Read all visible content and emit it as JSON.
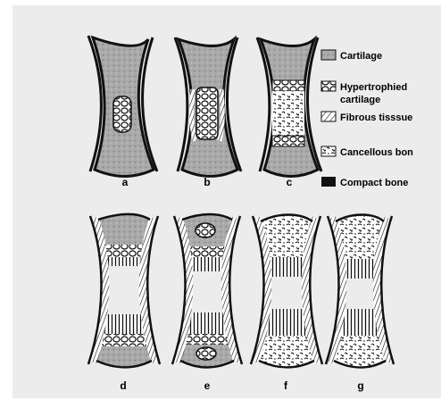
{
  "figure": {
    "panel_labels": [
      "a",
      "b",
      "c",
      "d",
      "e",
      "f",
      "g"
    ]
  },
  "legend": {
    "items": [
      {
        "label": "Cartilage",
        "pattern": "cartilage-swatch"
      },
      {
        "label": "Hypertrophied",
        "pattern": "hypertrophied-swatch"
      },
      {
        "label": "cartilage",
        "pattern": ""
      },
      {
        "label": "Fibrous tisssue",
        "pattern": "fibrous-swatch"
      },
      {
        "label": "Cancellous bon",
        "pattern": "cancellous-swatch"
      },
      {
        "label": "Compact bone",
        "pattern": "compact-swatch"
      }
    ]
  },
  "colors": {
    "page": "#ffffff",
    "paper": "#ececec",
    "cartilage": "#a9a9a9",
    "ink": "#111111"
  }
}
